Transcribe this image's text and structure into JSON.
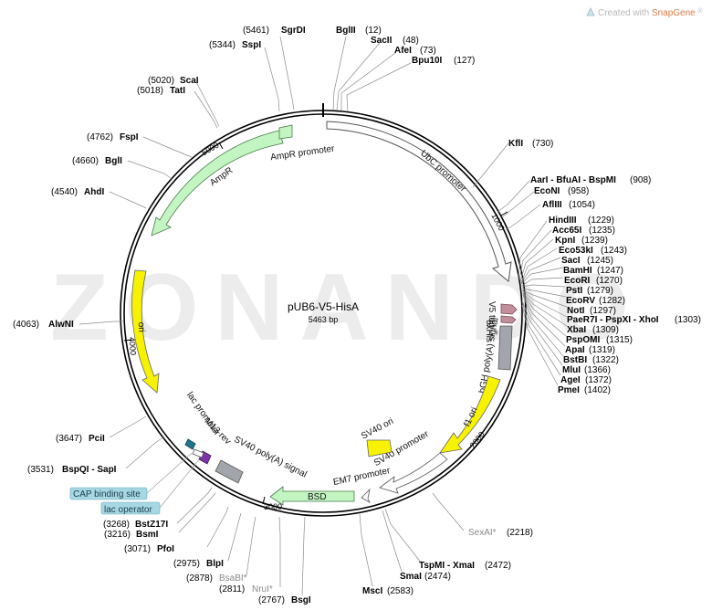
{
  "credit": {
    "prefix": "Created with",
    "brand": "SnapGene",
    "suffix": "®"
  },
  "watermark": "ZONANDO",
  "plasmid": {
    "name": "pUB6-V5-HisA",
    "length_label": "5463 bp"
  },
  "ticks": [
    "1000",
    "2000",
    "3000",
    "4000",
    "5000"
  ],
  "features": [
    {
      "id": "ubc",
      "label": "UbC promoter",
      "type": "promoter",
      "color": "#ffffff"
    },
    {
      "id": "v5",
      "label": "V5 tag",
      "type": "tag",
      "color": "#c18f9c"
    },
    {
      "id": "his",
      "label": "6xHis",
      "type": "tag",
      "color": "#c18f9c"
    },
    {
      "id": "bgh",
      "label": "bGH poly(A) signal",
      "type": "terminator",
      "color": "#a2a5ab"
    },
    {
      "id": "f1",
      "label": "f1 ori",
      "type": "origin",
      "color": "#f7f300"
    },
    {
      "id": "sv40p",
      "label": "SV40 promoter",
      "type": "promoter",
      "color": "#ffffff"
    },
    {
      "id": "sv40ori",
      "label": "SV40 ori",
      "type": "origin",
      "color": "#f7f300"
    },
    {
      "id": "em7",
      "label": "EM7 promoter",
      "type": "promoter",
      "color": "#ffffff"
    },
    {
      "id": "bsd",
      "label": "BSD",
      "type": "cds",
      "color": "#c3f5c3"
    },
    {
      "id": "sv40pa",
      "label": "SV40 poly(A) signal",
      "type": "terminator",
      "color": "#a2a5ab"
    },
    {
      "id": "m13",
      "label": "M13 rev",
      "type": "primer",
      "color": "#7b35a8"
    },
    {
      "id": "lacp",
      "label": "lac promoter",
      "type": "promoter",
      "color": "#ffffff"
    },
    {
      "id": "ori",
      "label": "ori",
      "type": "origin",
      "color": "#f7f300"
    },
    {
      "id": "ampr",
      "label": "AmpR",
      "type": "cds",
      "color": "#c3f5c3"
    },
    {
      "id": "amprp",
      "label": "AmpR promoter",
      "type": "promoter",
      "color": "#ffffff"
    }
  ],
  "boxed_labels": [
    {
      "id": "cap",
      "label": "CAP binding site",
      "color": "#a6d8e4"
    },
    {
      "id": "lacop",
      "label": "lac operator",
      "color": "#a6d8e4"
    }
  ],
  "sites": [
    {
      "id": "s01",
      "pos": "(5461)",
      "name": "SgrDI",
      "style": "bold"
    },
    {
      "id": "s02",
      "pos": "(5344)",
      "name": "SspI",
      "style": "bold"
    },
    {
      "id": "s03",
      "pos": "(12)",
      "name": "BglII",
      "style": "bold"
    },
    {
      "id": "s04",
      "pos": "(48)",
      "name": "SacII",
      "style": "bold"
    },
    {
      "id": "s05",
      "pos": "(73)",
      "name": "AfeI",
      "style": "bold"
    },
    {
      "id": "s06",
      "pos": "(127)",
      "name": "Bpu10I",
      "style": "bold"
    },
    {
      "id": "s07",
      "pos": "(5020)",
      "name": "ScaI",
      "style": "bold"
    },
    {
      "id": "s08",
      "pos": "(5018)",
      "name": "TatI",
      "style": "bold"
    },
    {
      "id": "s09",
      "pos": "(730)",
      "name": "KflI",
      "style": "bold"
    },
    {
      "id": "s10",
      "pos": "(4762)",
      "name": "FspI",
      "style": "bold"
    },
    {
      "id": "s11",
      "pos": "(4660)",
      "name": "BglI",
      "style": "bold"
    },
    {
      "id": "s12",
      "pos": "(908)",
      "name": "AarI - BfuAI - BspMI",
      "style": "bold"
    },
    {
      "id": "s13",
      "pos": "(958)",
      "name": "EcoNI",
      "style": "bold"
    },
    {
      "id": "s14",
      "pos": "(4540)",
      "name": "AhdI",
      "style": "bold"
    },
    {
      "id": "s15",
      "pos": "(1054)",
      "name": "AflIII",
      "style": "bold"
    },
    {
      "id": "s16",
      "pos": "(1229)",
      "name": "HindIII",
      "style": "bold"
    },
    {
      "id": "s17",
      "pos": "(1235)",
      "name": "Acc65I",
      "style": "bold"
    },
    {
      "id": "s18",
      "pos": "(1239)",
      "name": "KpnI",
      "style": "bold"
    },
    {
      "id": "s19",
      "pos": "(1243)",
      "name": "Eco53kI",
      "style": "bold"
    },
    {
      "id": "s20",
      "pos": "(1245)",
      "name": "SacI",
      "style": "bold"
    },
    {
      "id": "s21",
      "pos": "(1247)",
      "name": "BamHI",
      "style": "bold"
    },
    {
      "id": "s22",
      "pos": "(1270)",
      "name": "EcoRI",
      "style": "bold"
    },
    {
      "id": "s23",
      "pos": "(1279)",
      "name": "PstI",
      "style": "bold"
    },
    {
      "id": "s24",
      "pos": "(1282)",
      "name": "EcoRV",
      "style": "bold"
    },
    {
      "id": "s25",
      "pos": "(1297)",
      "name": "NotI",
      "style": "bold"
    },
    {
      "id": "s26",
      "pos": "(1303)",
      "name": "PaeR7I - PspXI - XhoI",
      "style": "bold"
    },
    {
      "id": "s27",
      "pos": "(1309)",
      "name": "XbaI",
      "style": "bold"
    },
    {
      "id": "s28",
      "pos": "(1315)",
      "name": "PspOMI",
      "style": "bold"
    },
    {
      "id": "s29",
      "pos": "(1319)",
      "name": "ApaI",
      "style": "bold"
    },
    {
      "id": "s30",
      "pos": "(1322)",
      "name": "BstBI",
      "style": "bold"
    },
    {
      "id": "s31",
      "pos": "(1366)",
      "name": "MluI",
      "style": "bold"
    },
    {
      "id": "s32",
      "pos": "(1372)",
      "name": "AgeI",
      "style": "bold"
    },
    {
      "id": "s33",
      "pos": "(1402)",
      "name": "PmeI",
      "style": "bold"
    },
    {
      "id": "s34",
      "pos": "(4063)",
      "name": "AlwNI",
      "style": "bold"
    },
    {
      "id": "s35",
      "pos": "(3647)",
      "name": "PciI",
      "style": "bold"
    },
    {
      "id": "s36",
      "pos": "(3531)",
      "name": "BspQI - SapI",
      "style": "bold"
    },
    {
      "id": "s37",
      "pos": "(3268)",
      "name": "BstZ17I",
      "style": "bold"
    },
    {
      "id": "s38",
      "pos": "(3216)",
      "name": "BsmI",
      "style": "bold"
    },
    {
      "id": "s39",
      "pos": "(3071)",
      "name": "PfoI",
      "style": "bold"
    },
    {
      "id": "s40",
      "pos": "(2975)",
      "name": "BlpI",
      "style": "bold"
    },
    {
      "id": "s41",
      "pos": "(2878)",
      "name": "BsaBI*",
      "style": "gray"
    },
    {
      "id": "s42",
      "pos": "(2811)",
      "name": "NruI*",
      "style": "gray"
    },
    {
      "id": "s43",
      "pos": "(2767)",
      "name": "BsgI",
      "style": "bold"
    },
    {
      "id": "s44",
      "pos": "(2583)",
      "name": "MscI",
      "style": "bold"
    },
    {
      "id": "s45",
      "pos": "(2474)",
      "name": "SmaI",
      "style": "bold"
    },
    {
      "id": "s46",
      "pos": "(2472)",
      "name": "TspMI - XmaI",
      "style": "bold"
    },
    {
      "id": "s47",
      "pos": "(2218)",
      "name": "SexAI*",
      "style": "gray"
    }
  ]
}
